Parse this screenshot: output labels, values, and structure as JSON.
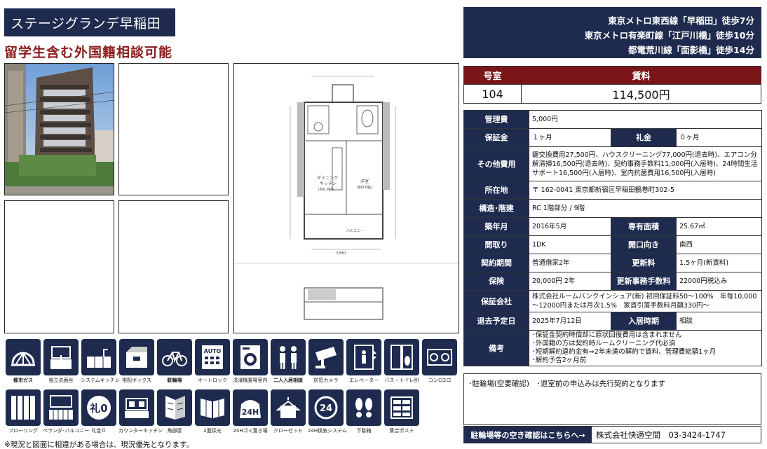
{
  "title": "ステージグランデ早稲田",
  "subtitle": "留学生含む外国籍相談可能",
  "access": [
    "東京メトロ東西線「早稲田」徒歩7分",
    "東京メトロ有楽町線「江戸川橋」徒歩10分",
    "都電荒川線「面影橋」徒歩14分"
  ],
  "rent": {
    "room_label": "号室",
    "rent_label": "賃料",
    "room": "104",
    "price": "114,500円"
  },
  "info": {
    "management_fee": {
      "label": "管理費",
      "value": "5,000円"
    },
    "deposit": {
      "label": "保証金",
      "value": "１ヶ月"
    },
    "key_money": {
      "label": "礼金",
      "value": "０ヶ月"
    },
    "other_fees": {
      "label": "その他費用",
      "value": "鍵交換費用27,500円、ハウスクリーニング77,000円(退去時)、エアコン分解清掃16,500円(退去時)、契約事務手数料11,000円(入居時)、24時間生活サポート16,500円(入居時)、室内抗菌費用16,500円(入居時)"
    },
    "address": {
      "label": "所在地",
      "value": "〒 162-0041 東京都新宿区早稲田鶴巻町302-5"
    },
    "structure": {
      "label": "構造･階建",
      "value": "RC 1階部分 / 9階"
    },
    "built": {
      "label": "築年月",
      "value": "2016年5月"
    },
    "area": {
      "label": "専有面積",
      "value": "25.67㎡"
    },
    "layout": {
      "label": "間取り",
      "value": "1DK"
    },
    "direction": {
      "label": "開口向き",
      "value": "南西"
    },
    "contract_period": {
      "label": "契約期間",
      "value": "普通借家2年"
    },
    "renewal_fee": {
      "label": "更新料",
      "value": "1.5ヶ月(新賃料)"
    },
    "insurance": {
      "label": "保険",
      "value": "20,000円 2年"
    },
    "renewal_admin": {
      "label": "更新事務手数料",
      "value": "22000円税込み"
    },
    "guarantor": {
      "label": "保証会社",
      "value": "株式会社ルームバンクインシュア(新) 初回保証料50～100%　年毎10,000～12000円または月次1.5%　家賃引落手数料月額330円～"
    },
    "move_out": {
      "label": "退去予定日",
      "value": "2025年7月12日"
    },
    "move_in": {
      "label": "入居時期",
      "value": "相談"
    },
    "remarks": {
      "label": "備考",
      "lines": [
        "･保証金契約時償却に原状回復費用は含まれません",
        "･外国籍の方は契約時ルームクリーニング代必須",
        "･短期解約違約金有⇒2年未満の解約で賃料、管理費総額1ヶ月",
        "･解約予告2ヶ月前"
      ]
    }
  },
  "notes": "･駐輪場(空要確認)　･退室前の申込みは先行契約となります",
  "contact": {
    "label": "駐輪場等の空き確認はこちらへ→",
    "value": "株式会社快適空間　03-3424-1747"
  },
  "amenities": [
    {
      "label": "都市ガス",
      "icon": "city-gas-icon",
      "on": true
    },
    {
      "label": "独立洗面台",
      "icon": "washbasin-icon",
      "on": false
    },
    {
      "label": "システムキッチン",
      "icon": "system-kitchen-icon",
      "on": false
    },
    {
      "label": "宅配ボックス",
      "icon": "delivery-box-icon",
      "on": false
    },
    {
      "label": "駐輪場",
      "icon": "bicycle-icon",
      "on": true
    },
    {
      "label": "オートロック",
      "icon": "auto-lock-icon",
      "on": false
    },
    {
      "label": "洗濯機置場室内",
      "icon": "washing-machine-icon",
      "on": false
    },
    {
      "label": "二人入居相談",
      "icon": "two-people-icon",
      "on": true
    },
    {
      "label": "防犯カメラ",
      "icon": "security-camera-icon",
      "on": false
    },
    {
      "label": "エレベーター",
      "icon": "elevator-icon",
      "on": false
    },
    {
      "label": "バス・トイレ別",
      "icon": "bath-toilet-icon",
      "on": false
    },
    {
      "label": "コンロ2口",
      "icon": "stove-icon",
      "on": false
    },
    {
      "label": "フローリング",
      "icon": "flooring-icon",
      "on": false
    },
    {
      "label": "ベランダ･バルコニー",
      "icon": "balcony-icon",
      "on": false
    },
    {
      "label": "礼金０",
      "icon": "reikin-zero-icon",
      "on": false
    },
    {
      "label": "カウンターキッチン",
      "icon": "counter-kitchen-icon",
      "on": false
    },
    {
      "label": "角部屋",
      "icon": "corner-room-icon",
      "on": false
    },
    {
      "label": "2面採光",
      "icon": "two-side-light-icon",
      "on": false
    },
    {
      "label": "24Hゴミ置き場",
      "icon": "24h-garbage-icon",
      "on": false
    },
    {
      "label": "クローゼット",
      "icon": "closet-icon",
      "on": false
    },
    {
      "label": "24H換気システム",
      "icon": "24h-ventilation-icon",
      "on": false
    },
    {
      "label": "下駄箱",
      "icon": "shoe-box-icon",
      "on": false
    },
    {
      "label": "集合ポスト",
      "icon": "mailbox-icon",
      "on": false
    }
  ],
  "amenity_icon_text": {
    "auto": "AUTO",
    "reikin": "礼0",
    "h24": "24H",
    "circle24": "24"
  },
  "floorplan_labels": {
    "dining": "ダイニング\nキッチン\n(約6.8帖)",
    "western": "洋室\n(約8.6帖)",
    "balcony": "バルコニー",
    "width": "3,880"
  },
  "footnote": "※現況と図面に相違がある場合は、現況優先となります。",
  "colors": {
    "navy": "#1e2b4f",
    "maroon": "#7a1518",
    "subtitle_red": "#8a1c1c"
  }
}
